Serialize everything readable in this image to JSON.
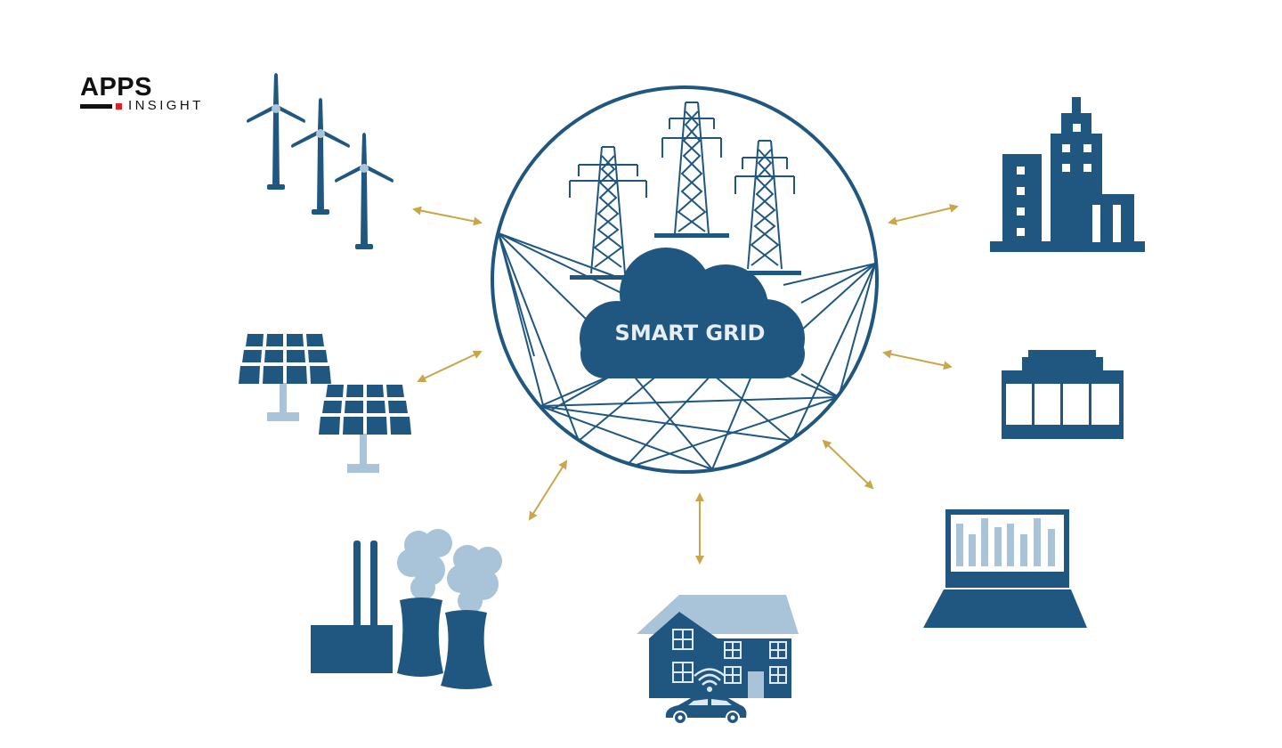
{
  "logo": {
    "primary": "APPS",
    "secondary": "INSIGHT",
    "accent_color": "#d8232a"
  },
  "diagram": {
    "title": "SMART GRID",
    "center": {
      "label": "SMART GRID",
      "icons": [
        "transmission-tower",
        "transmission-tower",
        "transmission-tower",
        "cloud"
      ]
    },
    "nodes": [
      {
        "name": "wind-turbines",
        "position": "top-left"
      },
      {
        "name": "solar-panels",
        "position": "middle-left"
      },
      {
        "name": "power-plant",
        "position": "bottom-left"
      },
      {
        "name": "smart-home-with-electric-car",
        "position": "bottom-center"
      },
      {
        "name": "laptop-analytics",
        "position": "bottom-right"
      },
      {
        "name": "industrial-facility",
        "position": "middle-right"
      },
      {
        "name": "city-buildings",
        "position": "top-right"
      }
    ],
    "connector": "bidirectional-arrow",
    "colors": {
      "primary": "#1f5780",
      "light": "#a9c3d8",
      "arrow": "#c9a64a",
      "background": "#ffffff"
    }
  }
}
